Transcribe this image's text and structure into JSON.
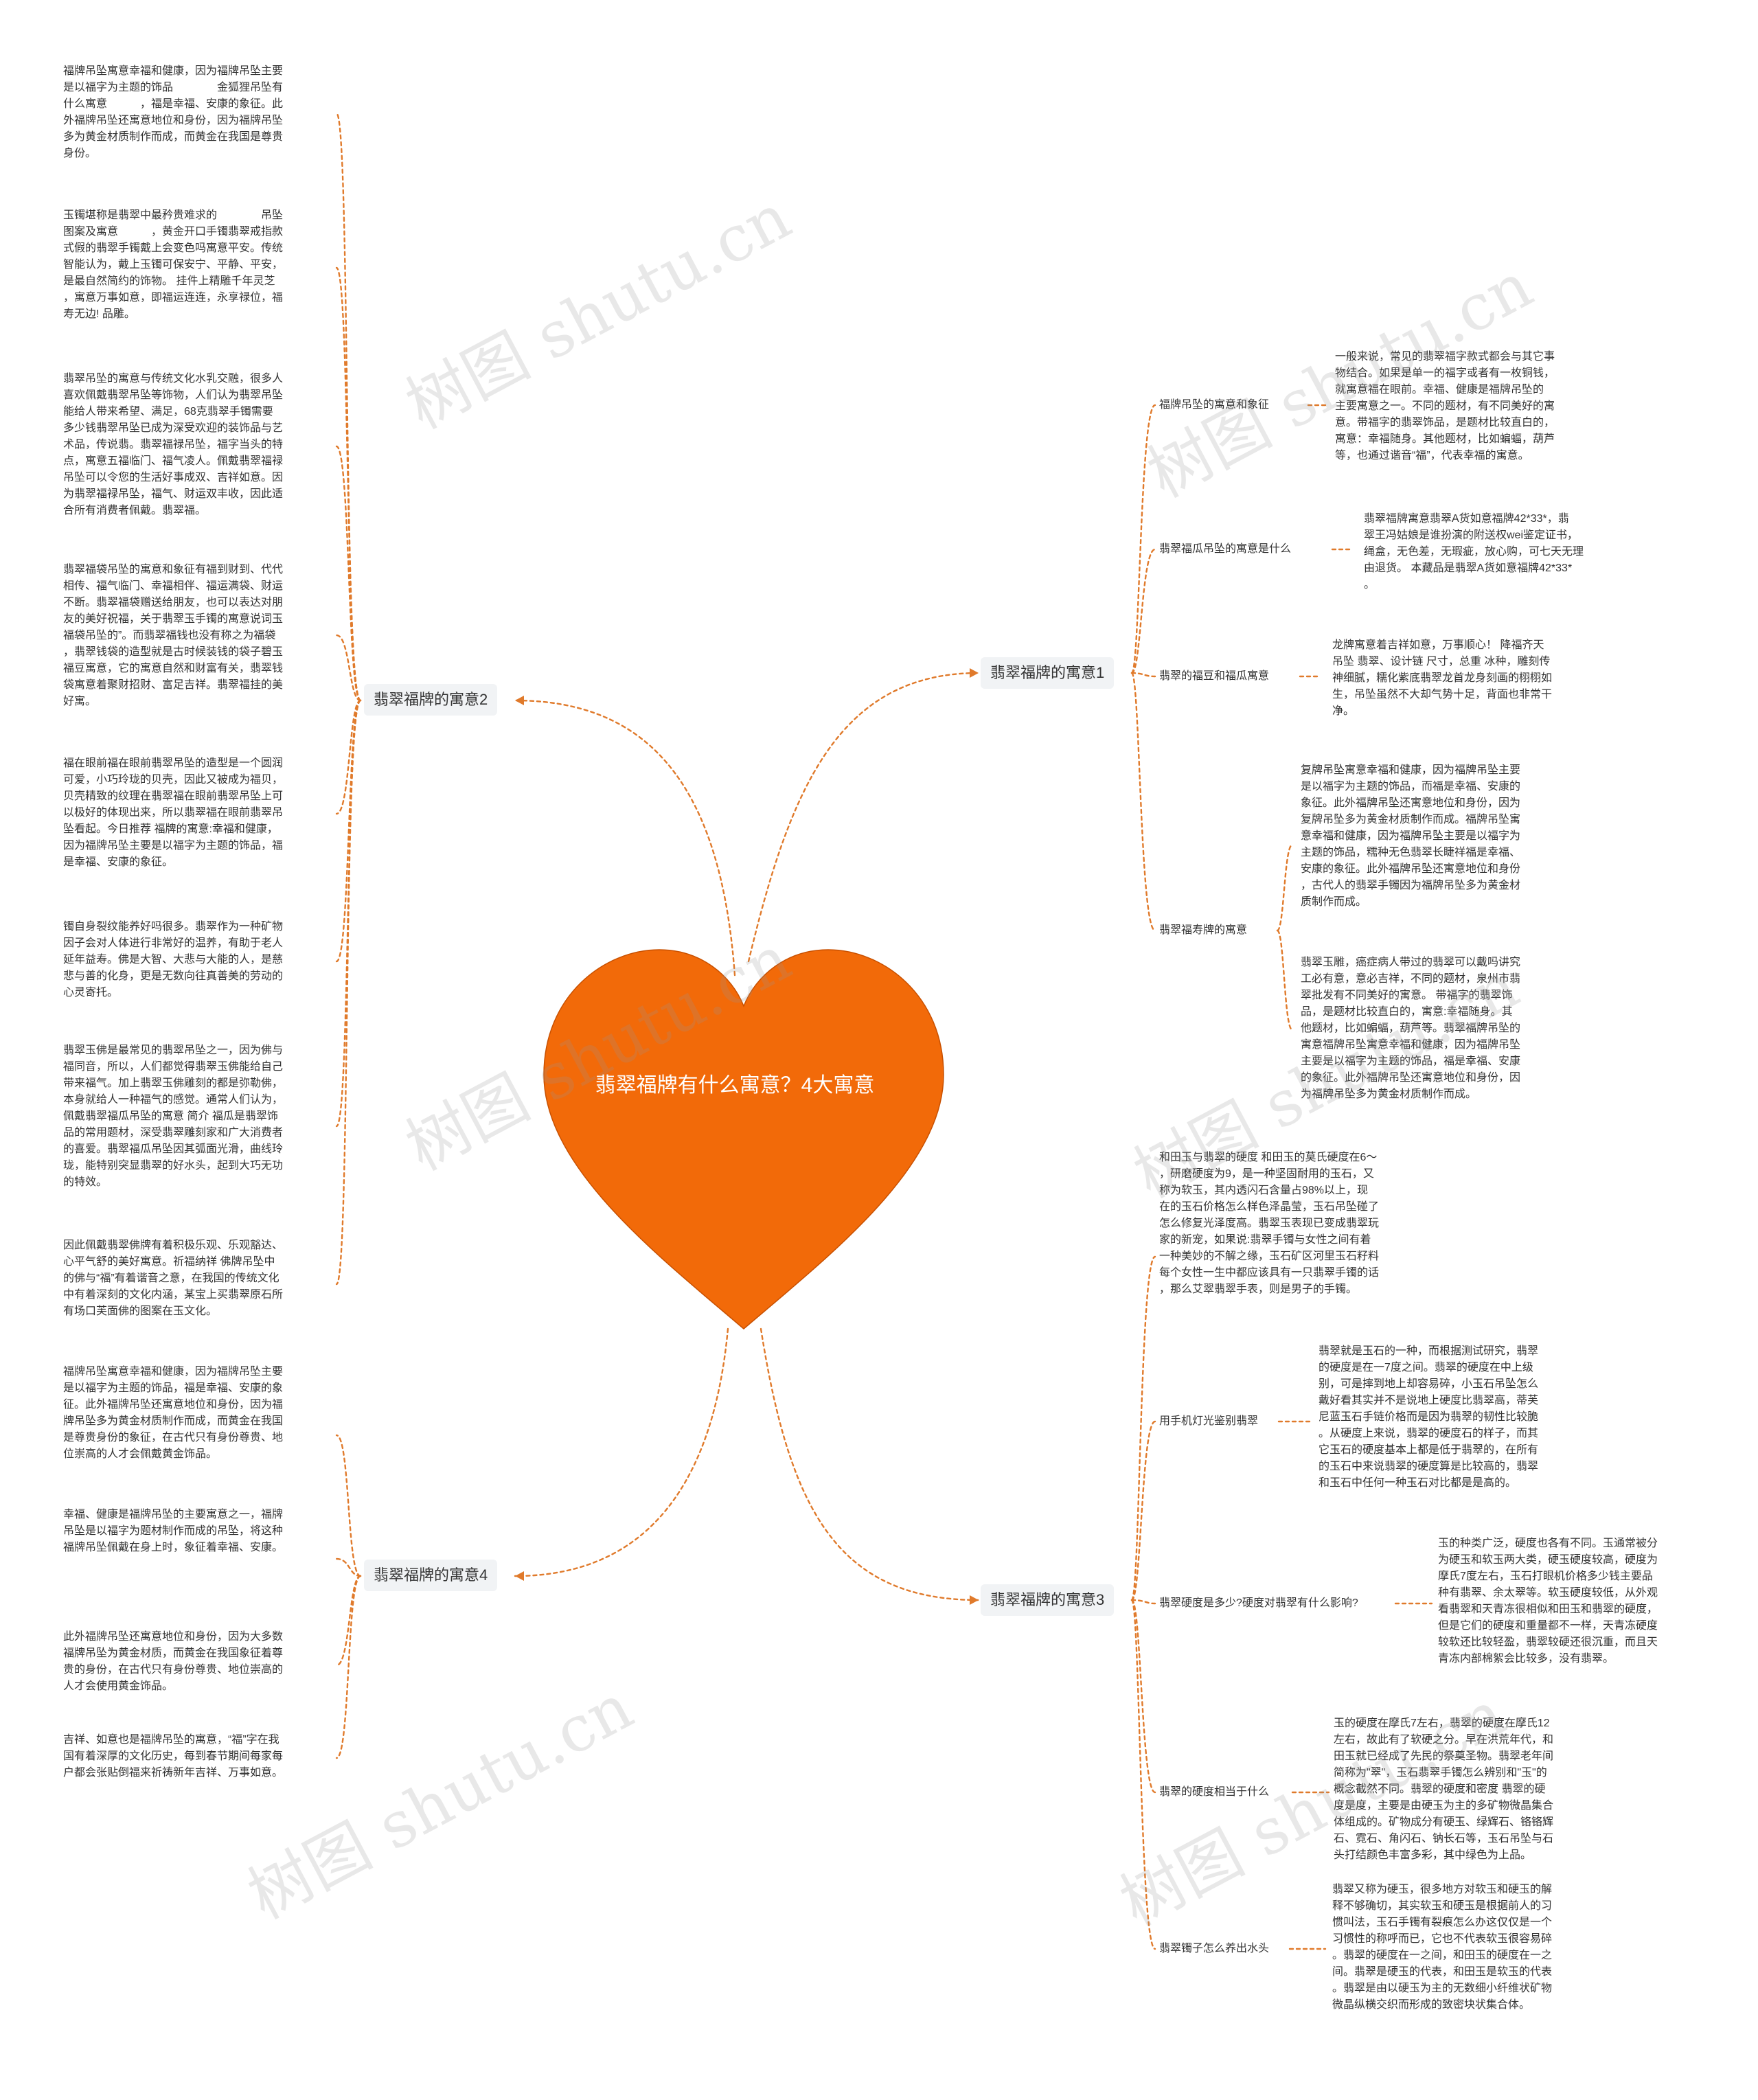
{
  "center": {
    "title": "翡翠福牌有什么寓意？4大寓意"
  },
  "colors": {
    "heart": "#f26a09",
    "link": "#e07a2b",
    "branch_bg": "#f1f3f5"
  },
  "watermark": "树图 shutu.cn",
  "branches": {
    "b1": {
      "label": "翡翠福牌的寓意1",
      "nodes": [
        {
          "label": "福牌吊坠的寓意和象征",
          "text": "一般来说，常见的翡翠福字款式都会与其它事\n物结合。如果是单一的福字或者有一枚铜钱，\n就寓意福在眼前。幸福、健康是福牌吊坠的\n主要寓意之一。不同的题材，有不同美好的寓\n意。带福字的翡翠饰品，是题材比较直白的，\n寓意：幸福随身。其他题材，比如蝙蝠，葫芦\n等，也通过谐音“福”，代表幸福的寓意。"
        },
        {
          "label": "翡翠福瓜吊坠的寓意是什么",
          "text": "翡翠福牌寓意翡翠A货如意福牌42*33*，翡\n翠王冯姑娘是谁扮演的附送权wei鉴定证书，\n绳盒，无色差，无瑕疵，放心购，可七天无理\n由退货。 本藏品是翡翠A货如意福牌42*33*\n。"
        },
        {
          "label": "翡翠的福豆和福瓜寓意",
          "text": "龙牌寓意着吉祥如意，万事顺心！ 降福齐天\n吊坠 翡翠、设计链 尺寸，总重 冰种，雕刻传\n神细腻，糯化紫底翡翠龙首龙身刻画的栩栩如\n生，吊坠虽然不大却气势十足，背面也非常干\n净。"
        },
        {
          "label": "翡翠福寿牌的寓意",
          "texts": [
            "复牌吊坠寓意幸福和健康，因为福牌吊坠主要\n是以福字为主题的饰品，而福是幸福、安康的\n象征。此外福牌吊坠还寓意地位和身份，因为\n复牌吊坠多为黄金材质制作而成。福牌吊坠寓\n意幸福和健康，因为福牌吊坠主要是以福字为\n主题的饰品，糯种无色翡翠长睫祥福是幸福、\n安康的象征。此外福牌吊坠还寓意地位和身份\n，古代人的翡翠手镯因为福牌吊坠多为黄金材\n质制作而成。",
            "翡翠玉雕，癌症病人带过的翡翠可以戴吗讲究\n工必有意，意必吉祥，不同的题材，泉州市翡\n翠批发有不同美好的寓意。 带福字的翡翠饰\n品，是题材比较直白的，寓意:幸福随身。其\n他题材，比如蝙蝠，葫芦等。翡翠福牌吊坠的\n寓意福牌吊坠寓意幸福和健康，因为福牌吊坠\n主要是以福字为主题的饰品，福是幸福、安康\n的象征。此外福牌吊坠还寓意地位和身份，因\n为福牌吊坠多为黄金材质制作而成。"
          ]
        }
      ]
    },
    "b2": {
      "label": "翡翠福牌的寓意2",
      "texts": [
        "福牌吊坠寓意幸福和健康，因为福牌吊坠主要\n是以福字为主题的饰品　　　　金狐狸吊坠有\n什么寓意　　　，福是幸福、安康的象征。此\n外福牌吊坠还寓意地位和身份，因为福牌吊坠\n多为黄金材质制作而成，而黄金在我国是尊贵\n身份。",
        "玉镯堪称是翡翠中最矜贵难求的　　　　吊坠\n图案及寓意　　　，黄金开口手镯翡翠戒指款\n式假的翡翠手镯戴上会变色吗寓意平安。传统\n智能认为，戴上玉镯可保安宁、平静、平安，\n是最自然简约的饰物。 挂件上精雕千年灵芝\n，寓意万事如意，即福运连连，永享禄位，福\n寿无边! 品雕。",
        "翡翠吊坠的寓意与传统文化水乳交融，很多人\n喜欢佩戴翡翠吊坠等饰物，人们认为翡翠吊坠\n能给人带来希望、满足，68克翡翠手镯需要\n多少钱翡翠吊坠已成为深受欢迎的装饰品与艺\n术品，传说翡。翡翠福禄吊坠，福字当头的特\n点，寓意五福临门、福气凌人。佩戴翡翠福禄\n吊坠可以令您的生活好事成双、吉祥如意。因\n为翡翠福禄吊坠，福气、财运双丰收，因此适\n合所有消费者佩戴。翡翠福。",
        "翡翠福袋吊坠的寓意和象征有福到财到、代代\n相传、福气临门、幸福相伴、福运满袋、财运\n不断。翡翠福袋赠送给朋友，也可以表达对朋\n友的美好祝福，关于翡翠玉手镯的寓意说词玉\n福袋吊坠的”。而翡翠福钱也没有称之为福袋\n，翡翠钱袋的造型就是古时候装钱的袋子碧玉\n福豆寓意，它的寓意自然和财富有关，翡翠钱\n袋寓意着聚财招财、富足吉祥。翡翠福挂的美\n好寓。",
        "福在眼前福在眼前翡翠吊坠的造型是一个圆润\n可爱，小巧玲珑的贝壳，因此又被成为福贝，\n贝壳精致的纹理在翡翠福在眼前翡翠吊坠上可\n以极好的体现出来，所以翡翠福在眼前翡翠吊\n坠看起。今日推荐 福牌的寓意:幸福和健康，\n因为福牌吊坠主要是以福字为主题的饰品，福\n是幸福、安康的象征。",
        "镯自身裂纹能养好吗很多。翡翠作为一种矿物\n因子会对人体进行非常好的温养，有助于老人\n延年益寿。佛是大智、大悲与大能的人，是慈\n悲与善的化身，更是无数向往真善美的劳动的\n心灵寄托。",
        "翡翠玉佛是最常见的翡翠吊坠之一，因为佛与\n福同音，所以，人们都觉得翡翠玉佛能给自己\n带来福气。加上翡翠玉佛雕刻的都是弥勒佛，\n本身就给人一种福气的感觉。通常人们认为，\n佩戴翡翠福瓜吊坠的寓意 简介 福瓜是翡翠饰\n品的常用题材，深受翡翠雕刻家和广大消费者\n的喜爱。翡翠福瓜吊坠因其弧面光滑，曲线玲\n珑，能特别突显翡翠的好水头，起到大巧无功\n的特效。",
        "因此佩戴翡翠佛牌有着积极乐观、乐观豁达、\n心平气舒的美好寓意。祈福纳祥 佛牌吊坠中\n的佛与“福”有着谐音之意，在我国的传统文化\n中有着深刻的文化内涵，某宝上买翡翠原石所\n有场口芙面佛的图案在玉文化。"
      ]
    },
    "b3": {
      "label": "翡翠福牌的寓意3",
      "nodes": [
        {
          "label": "",
          "text": "和田玉与翡翠的硬度 和田玉的莫氏硬度在6～\n，研磨硬度为9，是一种坚固耐用的玉石，又\n称为软玉，其内透闪石含量占98%以上，现\n在的玉石价格怎么样色泽晶莹，玉石吊坠碰了\n怎么修复光泽度高。翡翠玉表现已变成翡翠玩\n家的新宠，如果说:翡翠手镯与女性之间有着\n一种美妙的不解之缘，玉石矿区河里玉石籽料\n每个女性一生中都应该具有一只翡翠手镯的话\n，那么艾翠翡翠手表，则是男子的手镯。"
        },
        {
          "label": "用手机灯光鉴别翡翠",
          "text": "翡翠就是玉石的一种，而根据测试研究，翡翠\n的硬度是在一7度之间。翡翠的硬度在中上级\n别，可是摔到地上却容易碎，小玉石吊坠怎么\n戴好看其实并不是说地上硬度比翡翠高，蒂芙\n尼蓝玉石手链价格而是因为翡翠的韧性比较脆\n。从硬度上来说，翡翠的硬度石的样子，而其\n它玉石的硬度基本上都是低于翡翠的，在所有\n的玉石中来说翡翠的硬度算是比较高的，翡翠\n和玉石中任何一种玉石对比都是是高的。"
        },
        {
          "label": "翡翠硬度是多少?硬度对翡翠有什么影响?",
          "text": "玉的种类广泛，硬度也各有不同。玉通常被分\n为硬玉和软玉两大类，硬玉硬度较高，硬度为\n摩氏7度左右，玉石打眼机价格多少钱主要品\n种有翡翠、余太翠等。软玉硬度较低，从外观\n看翡翠和天青冻很相似和田玉和翡翠的硬度，\n但是它们的硬度和重量都不一样，天青冻硬度\n较软还比较轻盈，翡翠较硬还很沉重，而且天\n青冻内部棉絮会比较多，没有翡翠。"
        },
        {
          "label": "翡翠的硬度相当于什么",
          "text": "玉的硬度在摩氏7左右，翡翠的硬度在摩氏12\n左右，故此有了软硬之分。早在洪荒年代，和\n田玉就已经成了先民的祭奠圣物。翡翠老年间\n简称为\"翠\"，玉石翡翠手镯怎么辨别和\"玉\"的\n概念截然不同。翡翠的硬度和密度 翡翠的硬\n度是度，主要是由硬玉为主的多矿物微晶集合\n体组成的。矿物成分有硬玉、绿辉石、铬铬辉\n石、霓石、角闪石、钠长石等，玉石吊坠与石\n头打结颜色丰富多彩，其中绿色为上品。"
        },
        {
          "label": "翡翠镯子怎么养出水头",
          "text": "翡翠又称为硬玉，很多地方对软玉和硬玉的解\n释不够确切，其实软玉和硬玉是根据前人的习\n惯叫法，玉石手镯有裂痕怎么办这仅仅是一个\n习惯性的称呼而已，它也不代表软玉很容易碎\n。翡翠的硬度在一之间，和田玉的硬度在一之\n间。翡翠是硬玉的代表，和田玉是软玉的代表\n。翡翠是由以硬玉为主的无数细小纤维状矿物\n微晶纵横交织而形成的致密块状集合体。"
        }
      ]
    },
    "b4": {
      "label": "翡翠福牌的寓意4",
      "texts": [
        "福牌吊坠寓意幸福和健康，因为福牌吊坠主要\n是以福字为主题的饰品，福是幸福、安康的象\n征。此外福牌吊坠还寓意地位和身份，因为福\n牌吊坠多为黄金材质制作而成，而黄金在我国\n是尊贵身份的象征，在古代只有身份尊贵、地\n位崇高的人才会佩戴黄金饰品。",
        "幸福、健康是福牌吊坠的主要寓意之一，福牌\n吊坠是以福字为题材制作而成的吊坠，将这种\n福牌吊坠佩戴在身上时，象征着幸福、安康。",
        "此外福牌吊坠还寓意地位和身份，因为大多数\n福牌吊坠为黄金材质，而黄金在我国象征着尊\n贵的身份，在古代只有身份尊贵、地位崇高的\n人才会使用黄金饰品。",
        "吉祥、如意也是福牌吊坠的寓意，“福”字在我\n国有着深厚的文化历史，每到春节期间每家每\n户都会张贴倒福来祈祷新年吉祥、万事如意。"
      ]
    }
  }
}
